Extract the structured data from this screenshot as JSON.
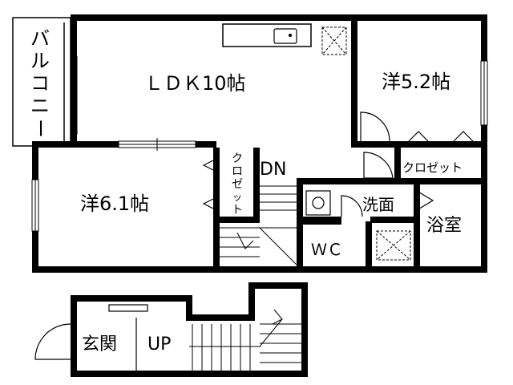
{
  "rooms": {
    "ldk": "ＬＤＫ10帖",
    "western_52": "洋5.2帖",
    "western_61": "洋6.1帖",
    "balcony": [
      "バ",
      "ル",
      "コ",
      "ニ",
      "ー"
    ],
    "closet_main": "クロゼット",
    "closet_vertical": [
      "ク",
      "ロ",
      "ゼ",
      "ッ",
      "ト"
    ],
    "washroom": "洗面",
    "bath": "浴室",
    "wc": "ＷＣ",
    "entrance": "玄関"
  },
  "stairs": {
    "down": "DN",
    "up": "UP"
  }
}
